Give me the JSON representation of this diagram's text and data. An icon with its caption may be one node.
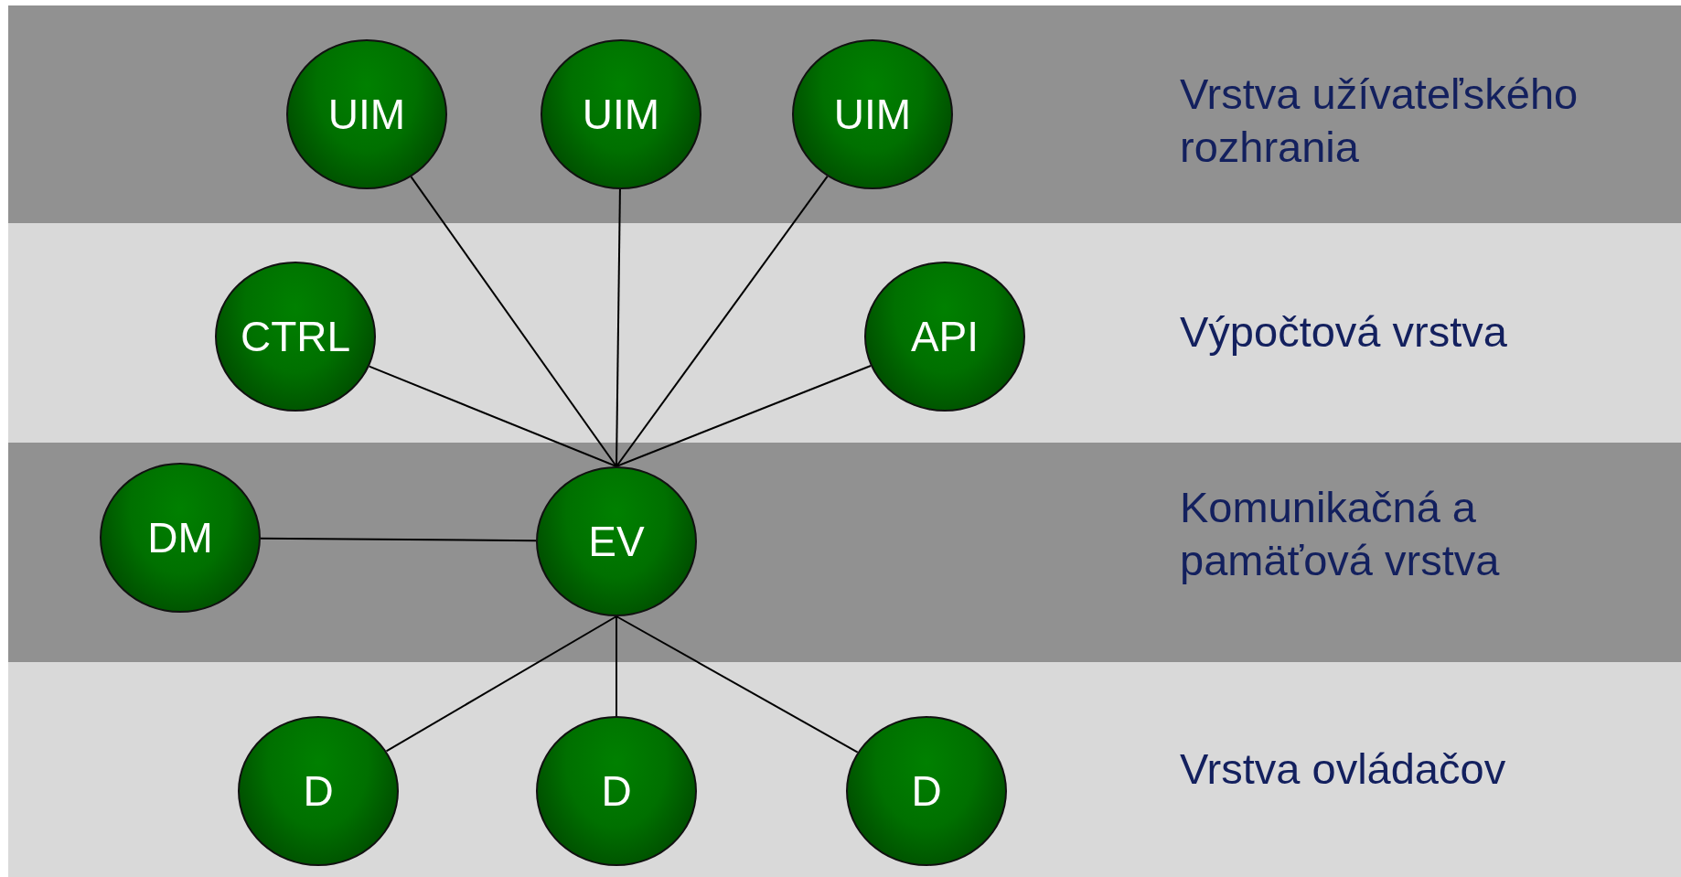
{
  "diagram": {
    "nodes": [
      {
        "text": [
          "Vrstva užívateľského rozhrania"
        ]
      },
      {
        "text": [
          "UIM"
        ],
        "in": 0
      },
      {
        "text": [
          "UIM"
        ],
        "in": 0
      },
      {
        "text": [
          "UIM"
        ],
        "in": 0
      },
      {
        "text": [
          "Výpočtová vrstva"
        ]
      },
      {
        "text": [
          "CTRL"
        ],
        "in": 4
      },
      {
        "text": [
          "API"
        ],
        "in": 4
      },
      {
        "text": [
          "Komunikačná a pamäťová vrstva"
        ]
      },
      {
        "text": [
          "DM"
        ],
        "in": 7
      },
      {
        "text": [
          "EV"
        ],
        "in": 7
      },
      {
        "text": [
          "Vrstva ovládačov"
        ]
      },
      {
        "text": [
          "D"
        ],
        "in": 10
      },
      {
        "text": [
          "D"
        ],
        "in": 10
      },
      {
        "text": [
          "D"
        ],
        "in": 10
      }
    ],
    "edges": [
      {
        "from": 1,
        "to": 9,
        "arrow": "none"
      },
      {
        "from": 2,
        "to": 9,
        "arrow": "none"
      },
      {
        "from": 3,
        "to": 9,
        "arrow": "none"
      },
      {
        "from": 5,
        "to": 9,
        "arrow": "none"
      },
      {
        "from": 6,
        "to": 9,
        "arrow": "none"
      },
      {
        "from": 8,
        "to": 9,
        "arrow": "none"
      },
      {
        "from": 9,
        "to": 11,
        "arrow": "none"
      },
      {
        "from": 9,
        "to": 12,
        "arrow": "none"
      },
      {
        "from": 9,
        "to": 13,
        "arrow": "none"
      }
    ]
  }
}
